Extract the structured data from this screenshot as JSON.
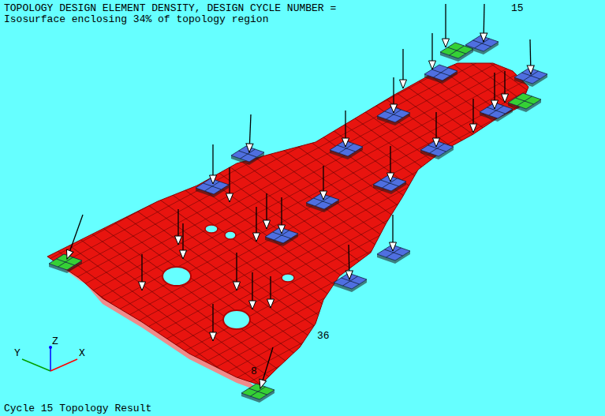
{
  "diagram": {
    "title": "TOPOLOGY DESIGN ELEMENT DENSITY, DESIGN CYCLE NUMBER =",
    "caption": "Cycle 15 Topology Result",
    "labels": [
      "15",
      "Isosurface enclosing 34% of topology region",
      "Y",
      "Z",
      "X",
      "36",
      "8"
    ]
  }
}
